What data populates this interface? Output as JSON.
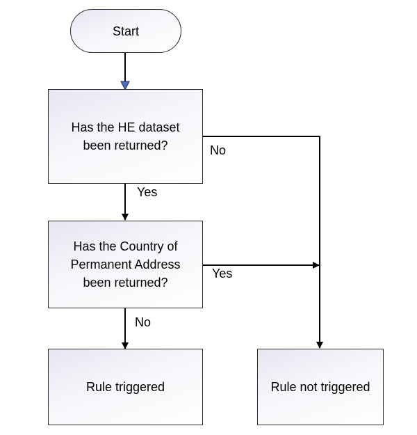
{
  "nodes": {
    "start": "Start",
    "he_dataset_question": "Has the HE dataset\nbeen returned?",
    "country_question": "Has the  Country of\nPermanent Address\nbeen returned?",
    "rule_triggered": "Rule triggered",
    "rule_not_triggered": "Rule not triggered"
  },
  "edge_labels": {
    "he_no": "No",
    "he_yes": "Yes",
    "country_yes": "Yes",
    "country_no": "No"
  },
  "colors": {
    "start_arrowhead": "#4a6fc0",
    "line": "#000000"
  }
}
